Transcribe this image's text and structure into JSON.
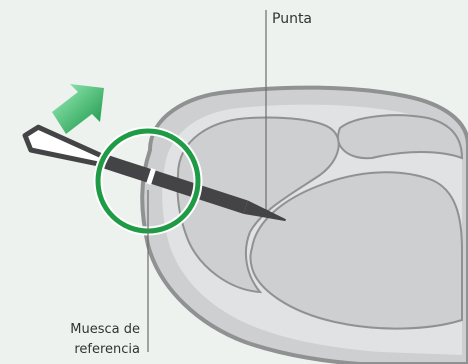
{
  "labels": {
    "tip": "Punta",
    "notch_line1": "Muesca de",
    "notch_line2": "referencia"
  },
  "colors": {
    "background": "#edf2ee",
    "outer_shape_fill": "#cdcfd0",
    "outer_shape_stroke": "#8f9192",
    "inner_shape_fill": "#e0e2e3",
    "highlight_ring": "#1f9b45",
    "arrow_light": "#7fe0a0",
    "arrow_dark": "#1b9a44",
    "needle_body": "#444446",
    "leader_line": "#6e6e6e",
    "text": "#333333"
  },
  "icons": {
    "arrow": "insertion-arrow-icon",
    "tool": "needle-tool"
  }
}
